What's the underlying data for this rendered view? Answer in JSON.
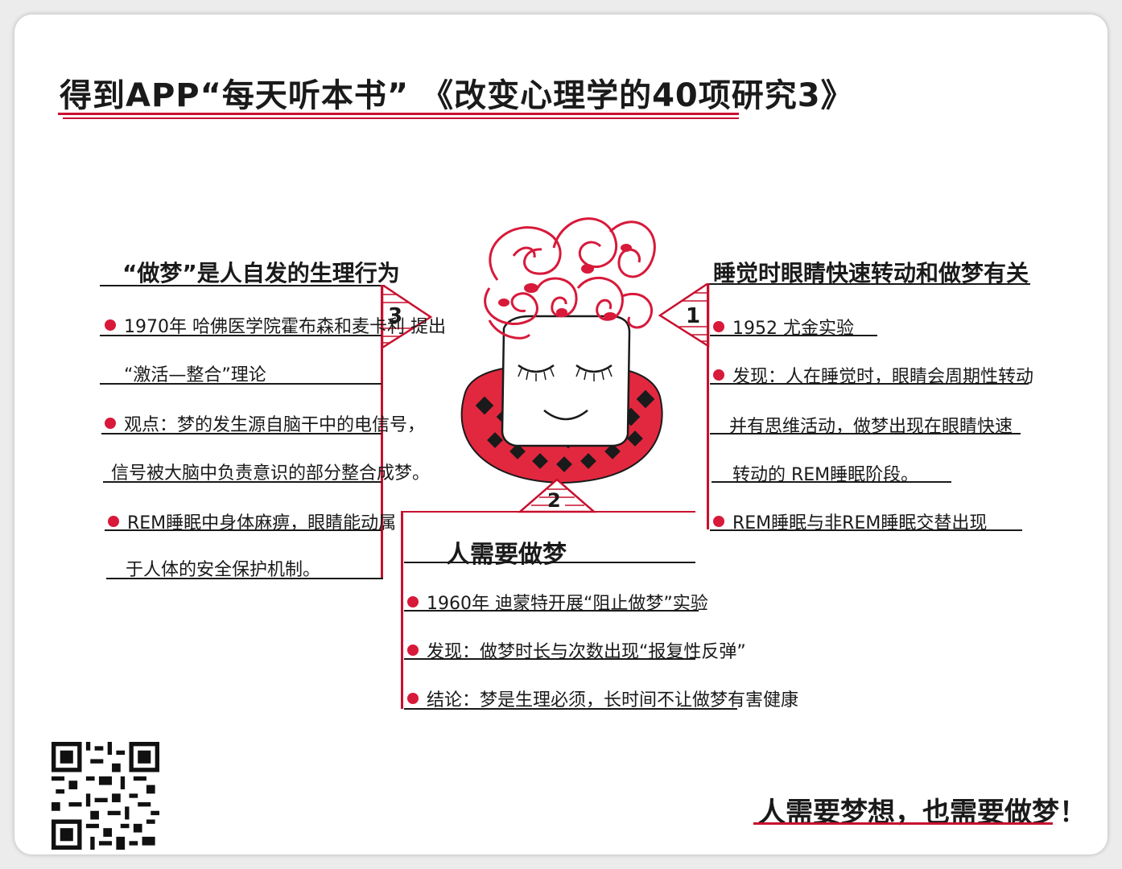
{
  "header": {
    "title": "得到APP“每天听本书” 《改变心理学的40项研究3》"
  },
  "colors": {
    "accent": "#c8102e",
    "ink": "#1a1a1a",
    "paper": "#ffffff"
  },
  "center": {
    "figure": "sleeping-marshmallow-with-scribble-hair-icon"
  },
  "branches": {
    "left": {
      "number": "3",
      "heading": "“做梦”是人自发的生理行为",
      "items": [
        "1970年 哈佛医学院霍布森和麦卡利 提出",
        "“激活—整合”理论",
        "观点：梦的发生源自脑干中的电信号，",
        "信号被大脑中负责意识的部分整合成梦。",
        "REM睡眠中身体麻痹，眼睛能动属",
        "于人体的安全保护机制。"
      ]
    },
    "right": {
      "number": "1",
      "heading": "睡觉时眼睛快速转动和做梦有关",
      "items": [
        "1952 尤金实验",
        "发现：人在睡觉时，眼睛会周期性转动",
        "并有思维活动，做梦出现在眼睛快速",
        "转动的 REM睡眠阶段。",
        "REM睡眠与非REM睡眠交替出现"
      ]
    },
    "bottom": {
      "number": "2",
      "heading": "人需要做梦",
      "items": [
        "1960年 迪蒙特开展“阻止做梦”实验",
        "发现：做梦时长与次数出现“报复性反弹”",
        "结论：梦是生理必须，长时间不让做梦有害健康"
      ]
    }
  },
  "footer": {
    "slogan": "人需要梦想，也需要做梦！",
    "qr_label": "qr-code"
  }
}
